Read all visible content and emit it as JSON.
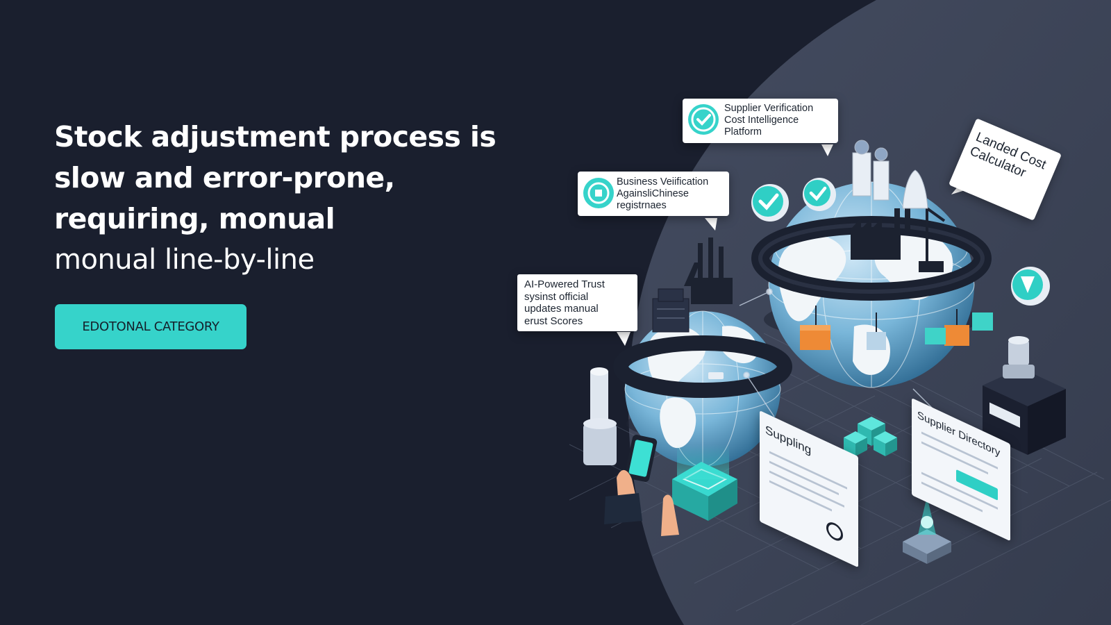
{
  "hero": {
    "headline_lines": [
      "Stock adjustment process is",
      "slow and error-prone,",
      "requiring, monual"
    ],
    "subline": "monual line-by-line",
    "cta_label": "EDOTONAL CATEGORY"
  },
  "callouts": {
    "supplier_verification": [
      "Supplier Verification",
      "Cost Intelligence",
      "Platform"
    ],
    "business_verification": [
      "Business Veiification",
      "AgainsliChinese",
      "registrnaes"
    ],
    "ai_trust": [
      "AI-Powered Trust",
      "sysinst official",
      "updates manual",
      "erust Scores"
    ],
    "landed_cost": [
      "Landed Cost",
      "Calculator"
    ],
    "supping_panel": "Suppling",
    "supplier_directory": "Supplier Directory"
  },
  "colors": {
    "background": "#1a1f2e",
    "accent": "#36d3ca",
    "panel": "#3b4356",
    "globe": "#6fb0d6",
    "text": "#ffffff"
  },
  "icons": [
    "check-icon",
    "refresh-icon",
    "cube-icon",
    "factory-icon",
    "smartphone-icon",
    "shield-icon"
  ]
}
